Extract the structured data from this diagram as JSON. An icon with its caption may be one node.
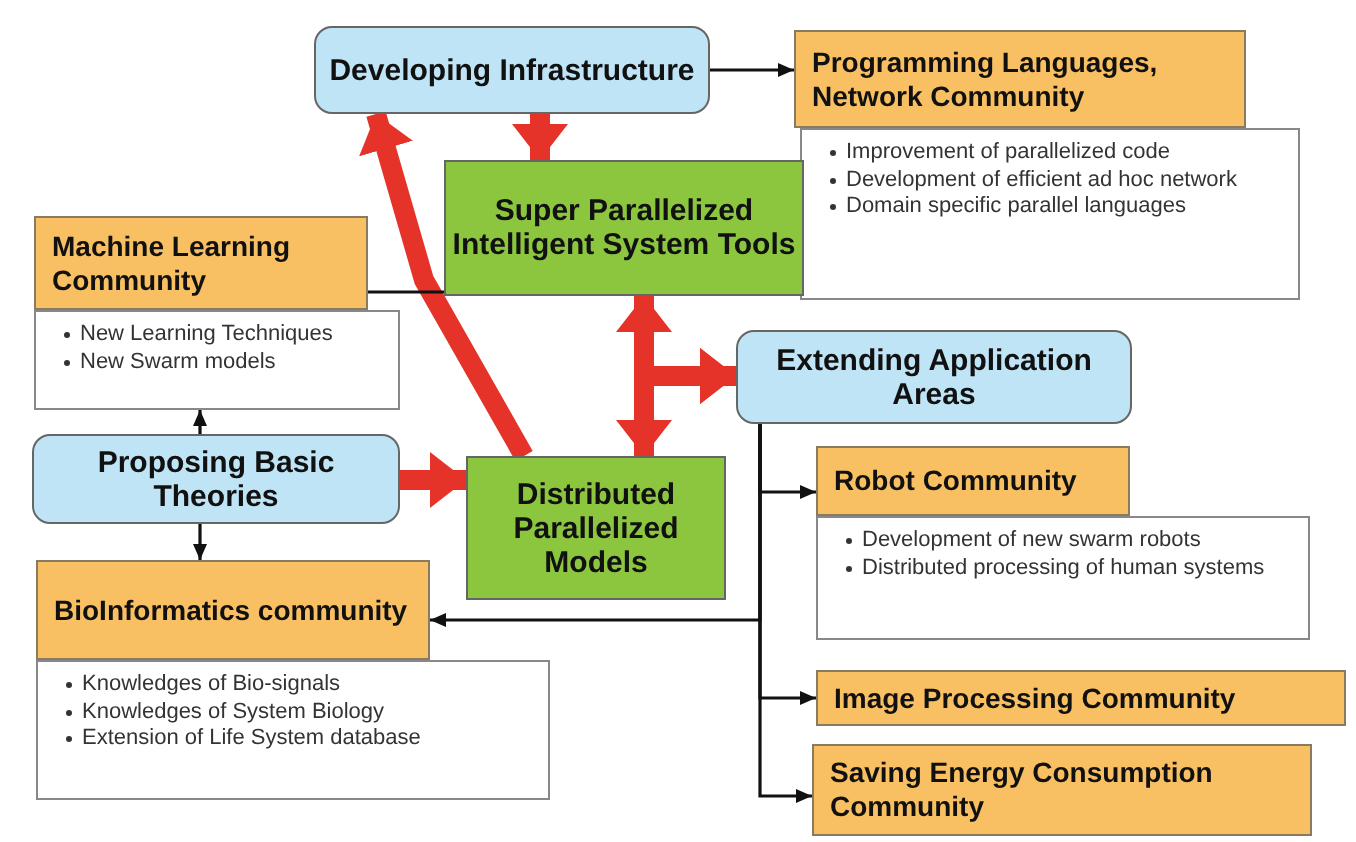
{
  "diagram": {
    "nodes": [
      {
        "text": [
          "Developing Infrastructure"
        ]
      },
      {
        "text": [
          "Programming Languages, Network Community"
        ]
      },
      {
        "text": [
          "Improvement of parallelized code",
          "Development of efficient ad hoc network",
          "Domain specific parallel languages"
        ]
      },
      {
        "text": [
          "Super Parallelized Intelligent System Tools"
        ]
      },
      {
        "text": [
          "Machine Learning Community"
        ]
      },
      {
        "text": [
          "New Learning Techniques",
          "New Swarm models"
        ]
      },
      {
        "text": [
          "Extending Application Areas"
        ]
      },
      {
        "text": [
          "Proposing Basic Theories"
        ]
      },
      {
        "text": [
          "Distributed Parallelized Models"
        ]
      },
      {
        "text": [
          "BioInformatics community"
        ]
      },
      {
        "text": [
          "Knowledges of Bio-signals",
          "Knowledges of System Biology",
          "Extension of Life System database"
        ]
      },
      {
        "text": [
          "Robot Community"
        ]
      },
      {
        "text": [
          "Development of new swarm robots",
          "Distributed processing of human systems"
        ]
      },
      {
        "text": [
          "Image Processing Community"
        ]
      },
      {
        "text": [
          "Saving Energy Consumption Community"
        ]
      }
    ],
    "edges": [
      {
        "from": 0,
        "to": 1,
        "arrow": "to"
      },
      {
        "from": 0,
        "to": 3,
        "arrow": "to",
        "style": "thick",
        "color": "#e5332a"
      },
      {
        "from": 8,
        "to": 0,
        "arrow": "to",
        "style": "thick",
        "color": "#e5332a"
      },
      {
        "from": 3,
        "to": 8,
        "arrow": "both",
        "style": "thick",
        "color": "#e5332a"
      },
      {
        "from": 3,
        "to": 6,
        "arrow": "to",
        "style": "thick",
        "color": "#e5332a"
      },
      {
        "from": 8,
        "to": 6,
        "arrow": "to",
        "style": "thick",
        "color": "#e5332a"
      },
      {
        "from": 7,
        "to": 8,
        "arrow": "to",
        "style": "thick",
        "color": "#e5332a"
      },
      {
        "from": 7,
        "to": 5,
        "arrow": "to"
      },
      {
        "from": 7,
        "to": 9,
        "arrow": "to"
      },
      {
        "from": 6,
        "to": 9,
        "arrow": "to"
      },
      {
        "from": 6,
        "to": 11,
        "arrow": "to"
      },
      {
        "from": 6,
        "to": 13,
        "arrow": "to"
      },
      {
        "from": 6,
        "to": 14,
        "arrow": "to"
      },
      {
        "from": 4,
        "to": 3,
        "arrow": "none"
      }
    ]
  }
}
